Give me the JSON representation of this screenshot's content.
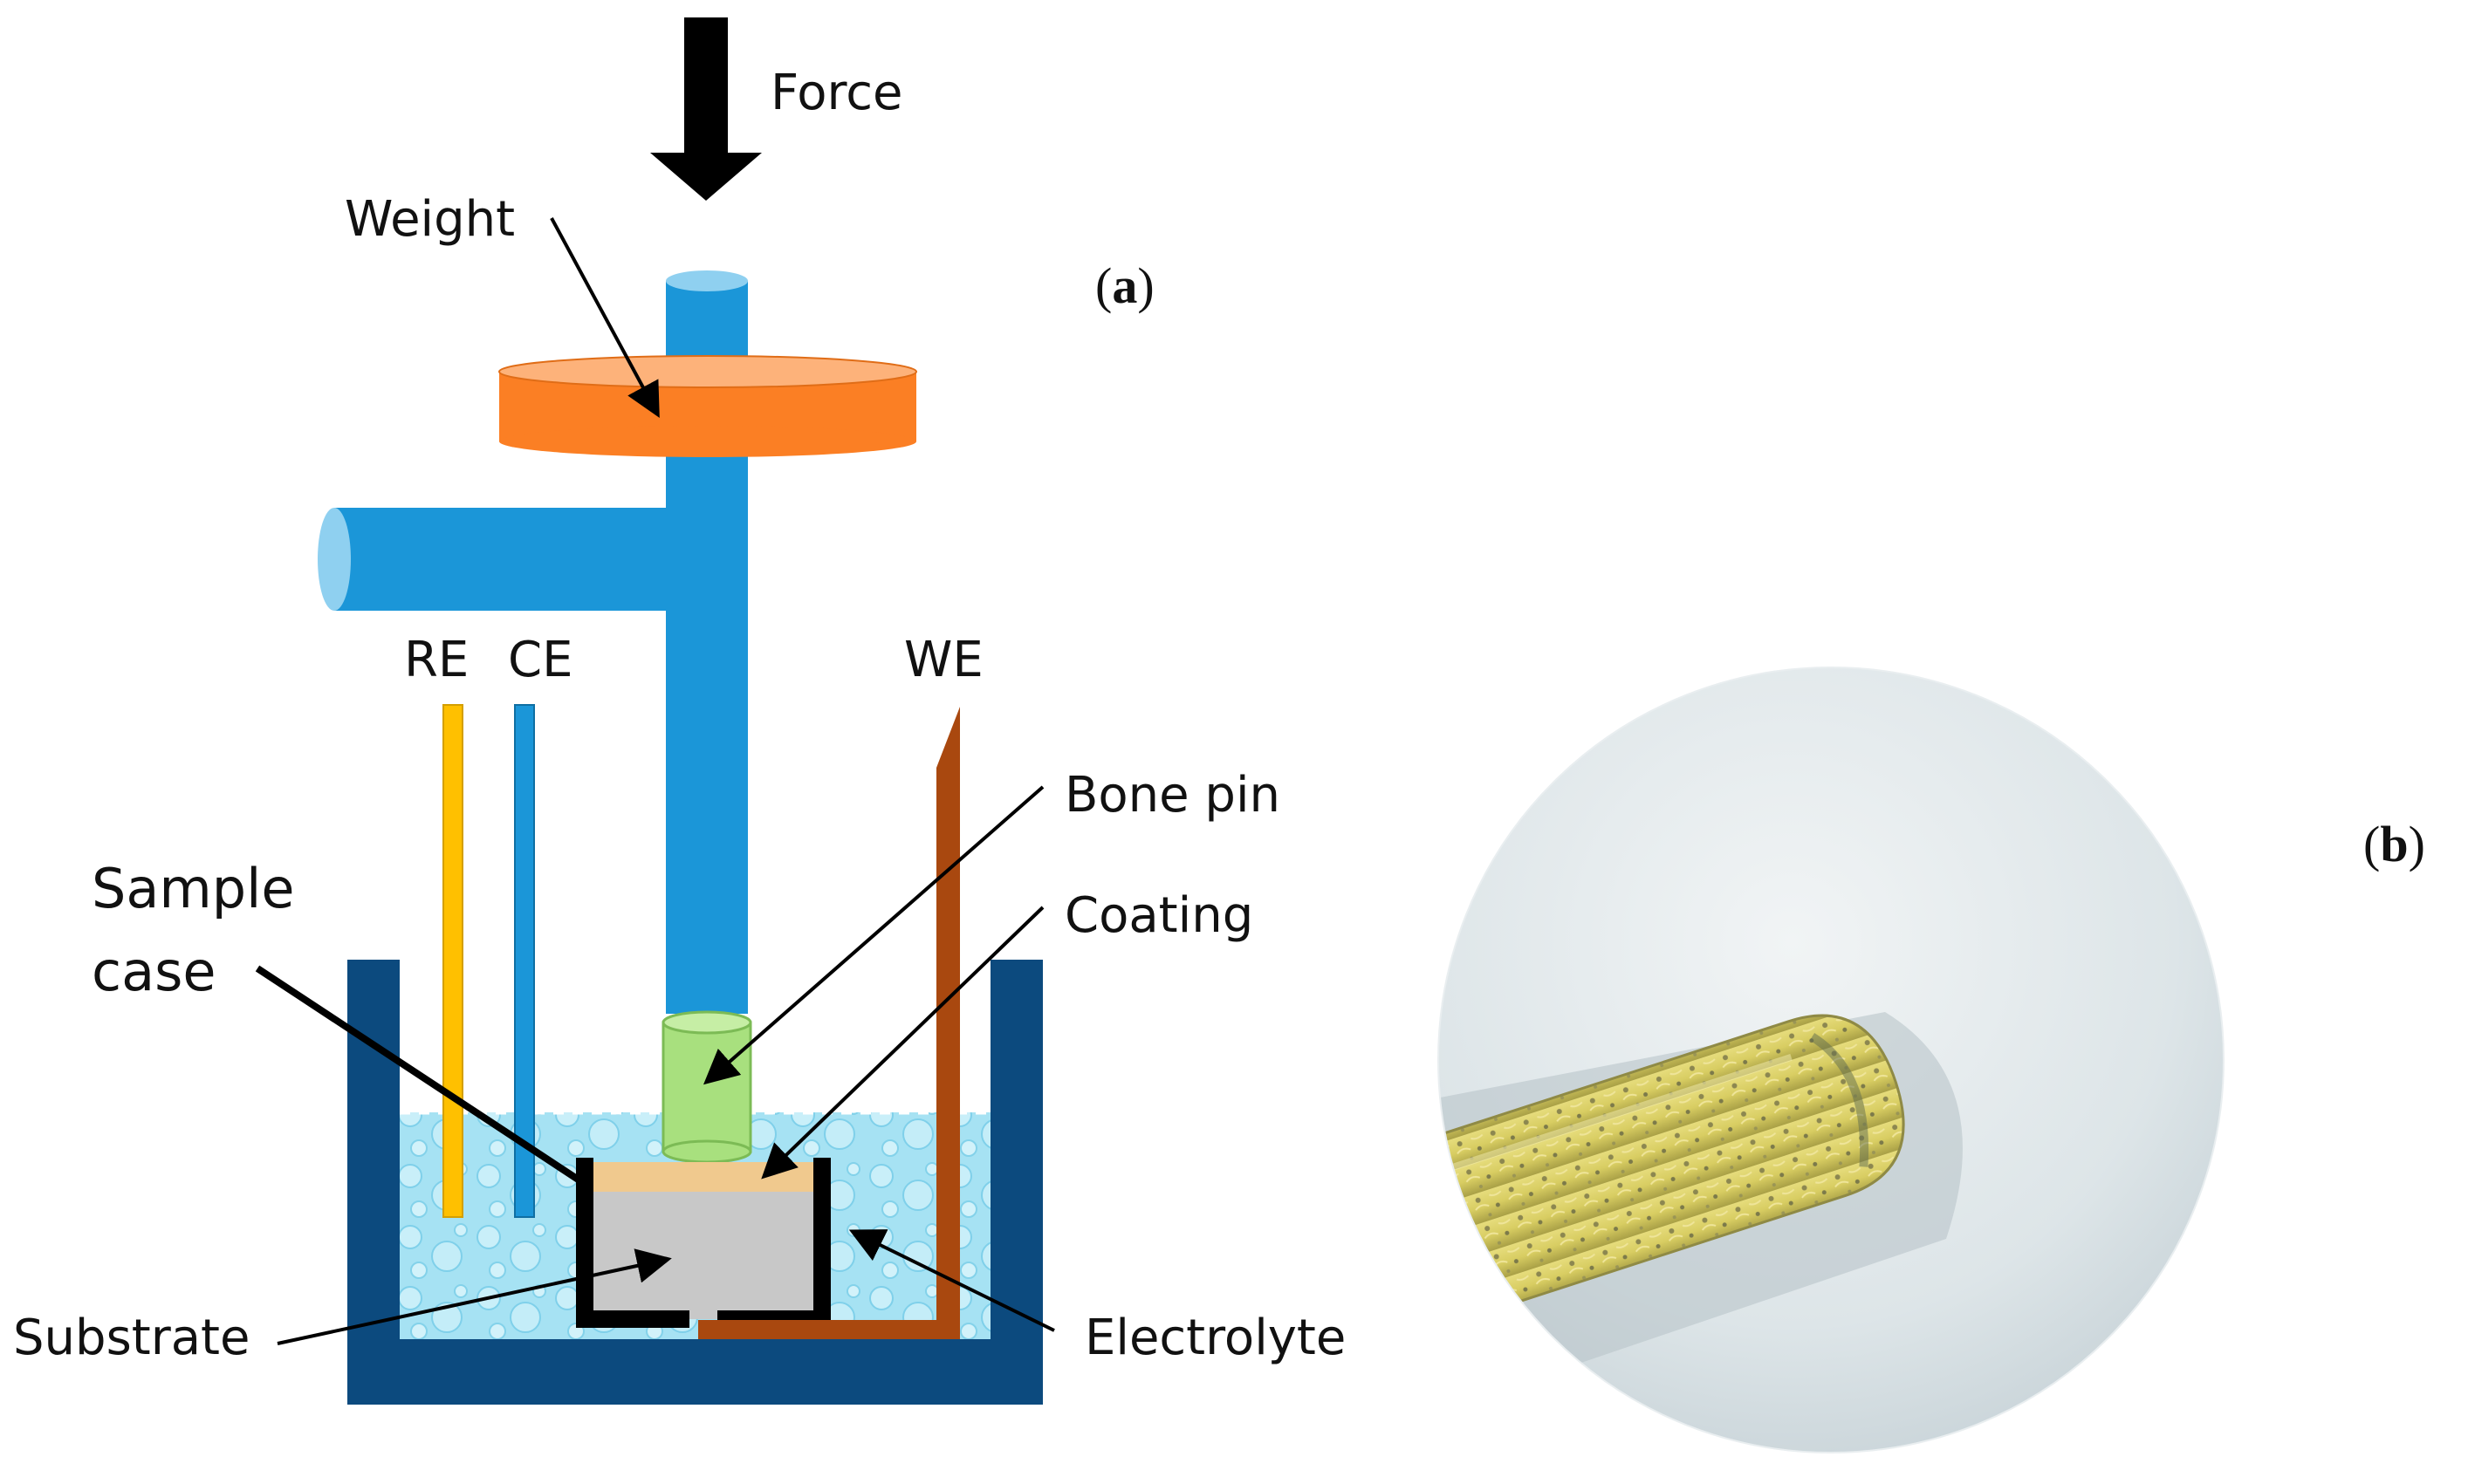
{
  "panels": {
    "a": {
      "open": "(",
      "letter": "a",
      "close": ")"
    },
    "b": {
      "open": "(",
      "letter": "b",
      "close": ")"
    }
  },
  "labels": {
    "force": "Force",
    "weight": "Weight",
    "re": "RE",
    "ce": "CE",
    "we": "WE",
    "bone_pin": "Bone pin",
    "coating": "Coating",
    "sample_case_line1": "Sample",
    "sample_case_line2": "case",
    "substrate": "Substrate",
    "electrolyte": "Electrolyte"
  },
  "colors": {
    "rod_blue": "#1b96d8",
    "rod_blue_top": "#8fd0f0",
    "weight_orange": "#fb7f24",
    "weight_orange_top": "#fdb27a",
    "re_yellow": "#ffc000",
    "we_brown": "#a9480f",
    "tank_navy": "#0c4a7e",
    "electrolyte": "#a6e2f3",
    "bone_pin_green": "#a8e07e",
    "coating_tan": "#f0c98e",
    "substrate_gray": "#c8c8c8",
    "case_black": "#000000",
    "arrow_black": "#000000",
    "photo_background": "#d9e2e6",
    "pin_yellow": "#d8cd62"
  }
}
